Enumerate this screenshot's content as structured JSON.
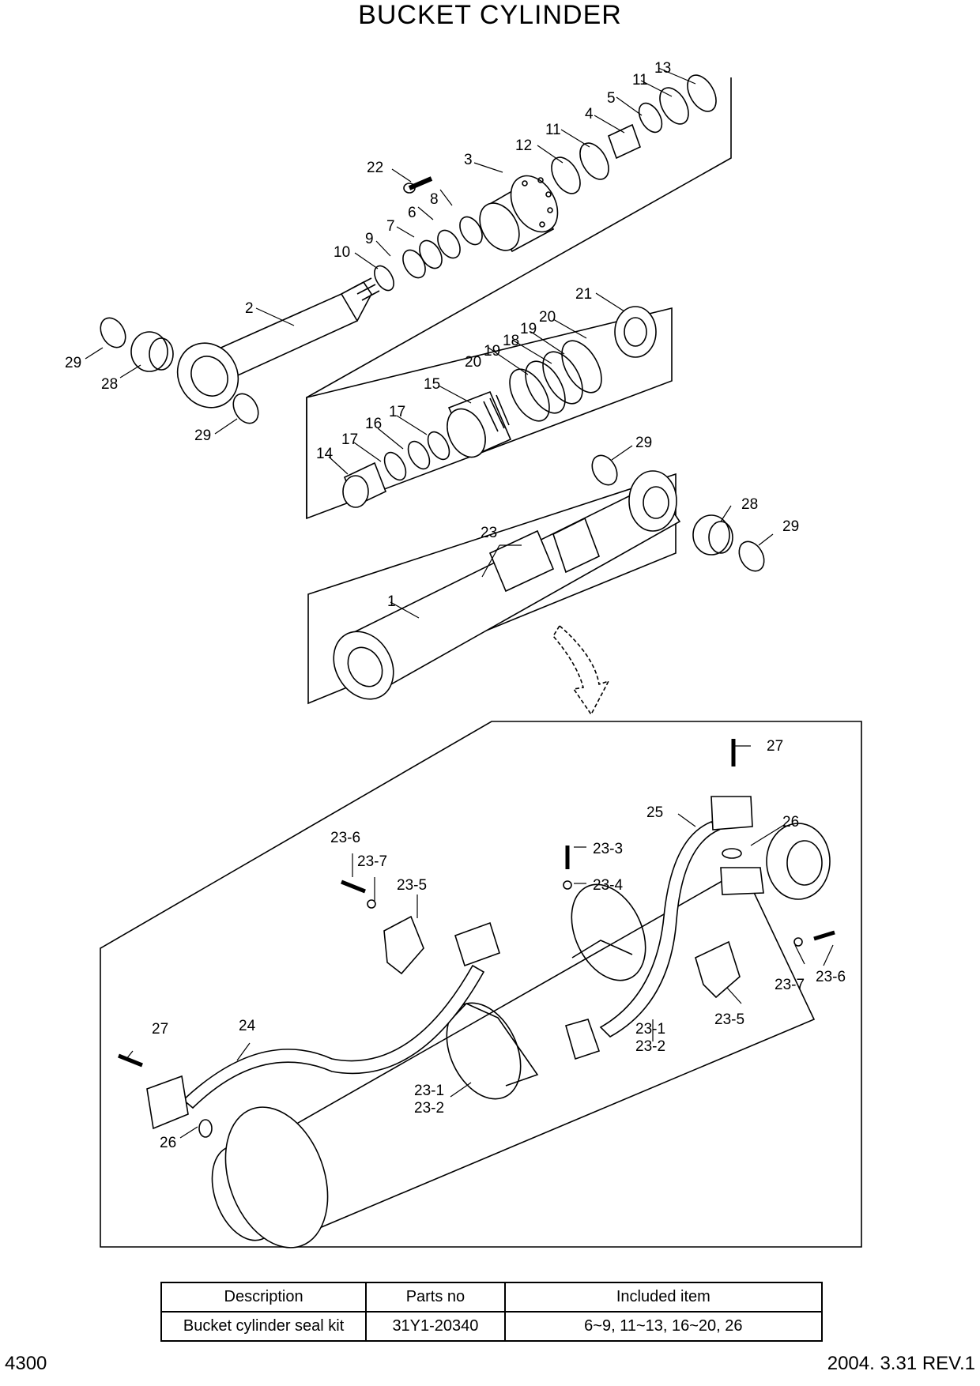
{
  "title": "BUCKET CYLINDER",
  "page_number": "4300",
  "revision": "2004. 3.31  REV.1",
  "callouts": {
    "c1": "1",
    "c2": "2",
    "c3": "3",
    "c4": "4",
    "c5": "5",
    "c6": "6",
    "c7": "7",
    "c8": "8",
    "c9": "9",
    "c10": "10",
    "c11a": "11",
    "c11b": "11",
    "c12": "12",
    "c13": "13",
    "c14": "14",
    "c15": "15",
    "c16": "16",
    "c17a": "17",
    "c17b": "17",
    "c18": "18",
    "c19a": "19",
    "c19b": "19",
    "c20a": "20",
    "c20b": "20",
    "c21": "21",
    "c22": "22",
    "c23": "23",
    "c23_1a": "23-1",
    "c23_2a": "23-2",
    "c23_1b": "23-1",
    "c23_2b": "23-2",
    "c23_3": "23-3",
    "c23_4": "23-4",
    "c23_5a": "23-5",
    "c23_5b": "23-5",
    "c23_6a": "23-6",
    "c23_6b": "23-6",
    "c23_7a": "23-7",
    "c23_7b": "23-7",
    "c24": "24",
    "c25": "25",
    "c26a": "26",
    "c26b": "26",
    "c27a": "27",
    "c27b": "27",
    "c28a": "28",
    "c28b": "28",
    "c29a": "29",
    "c29b": "29",
    "c29c": "29",
    "c29d": "29"
  },
  "seal_kit_table": {
    "headers": [
      "Description",
      "Parts no",
      "Included item"
    ],
    "rows": [
      [
        "Bucket cylinder seal kit",
        "31Y1-20340",
        "6~9, 11~13, 16~20, 26"
      ]
    ]
  }
}
